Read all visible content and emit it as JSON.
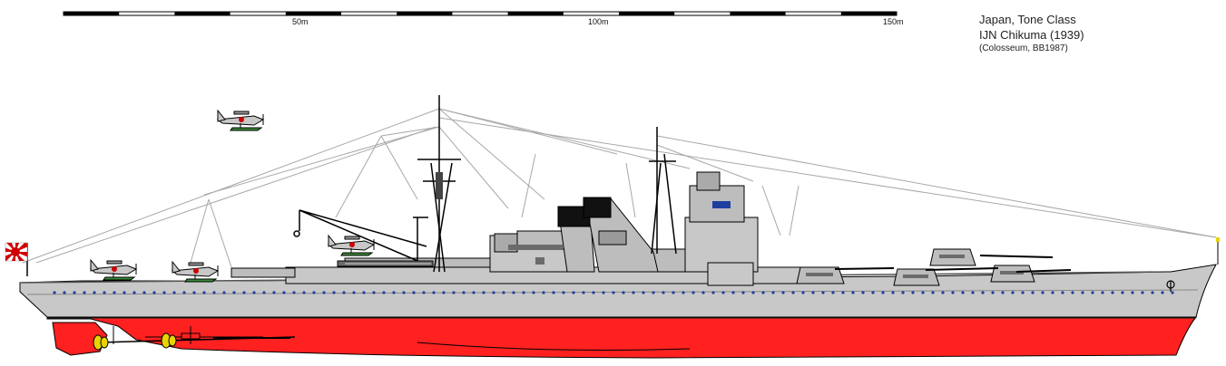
{
  "header": {
    "country_class": "Japan, Tone Class",
    "ship_name": "IJN Chikuma (1939)",
    "credit": "(Colosseum, BB1987)"
  },
  "scale": {
    "labels": [
      "50m",
      "100m",
      "150m"
    ],
    "segments": 15
  },
  "colors": {
    "hull_grey": "#c8c8c8",
    "upper_grey": "#bdbdbd",
    "dark_grey": "#6b6b6b",
    "waterline": "#1a1a1a",
    "underwater": "#ff2020",
    "porthole": "#1f3f9f",
    "propeller": "#e8d400",
    "rigging": "#a8a8a8",
    "flag_red": "#d00000",
    "hinomaru": "#cc0000",
    "float_green": "#3a8a3a"
  }
}
